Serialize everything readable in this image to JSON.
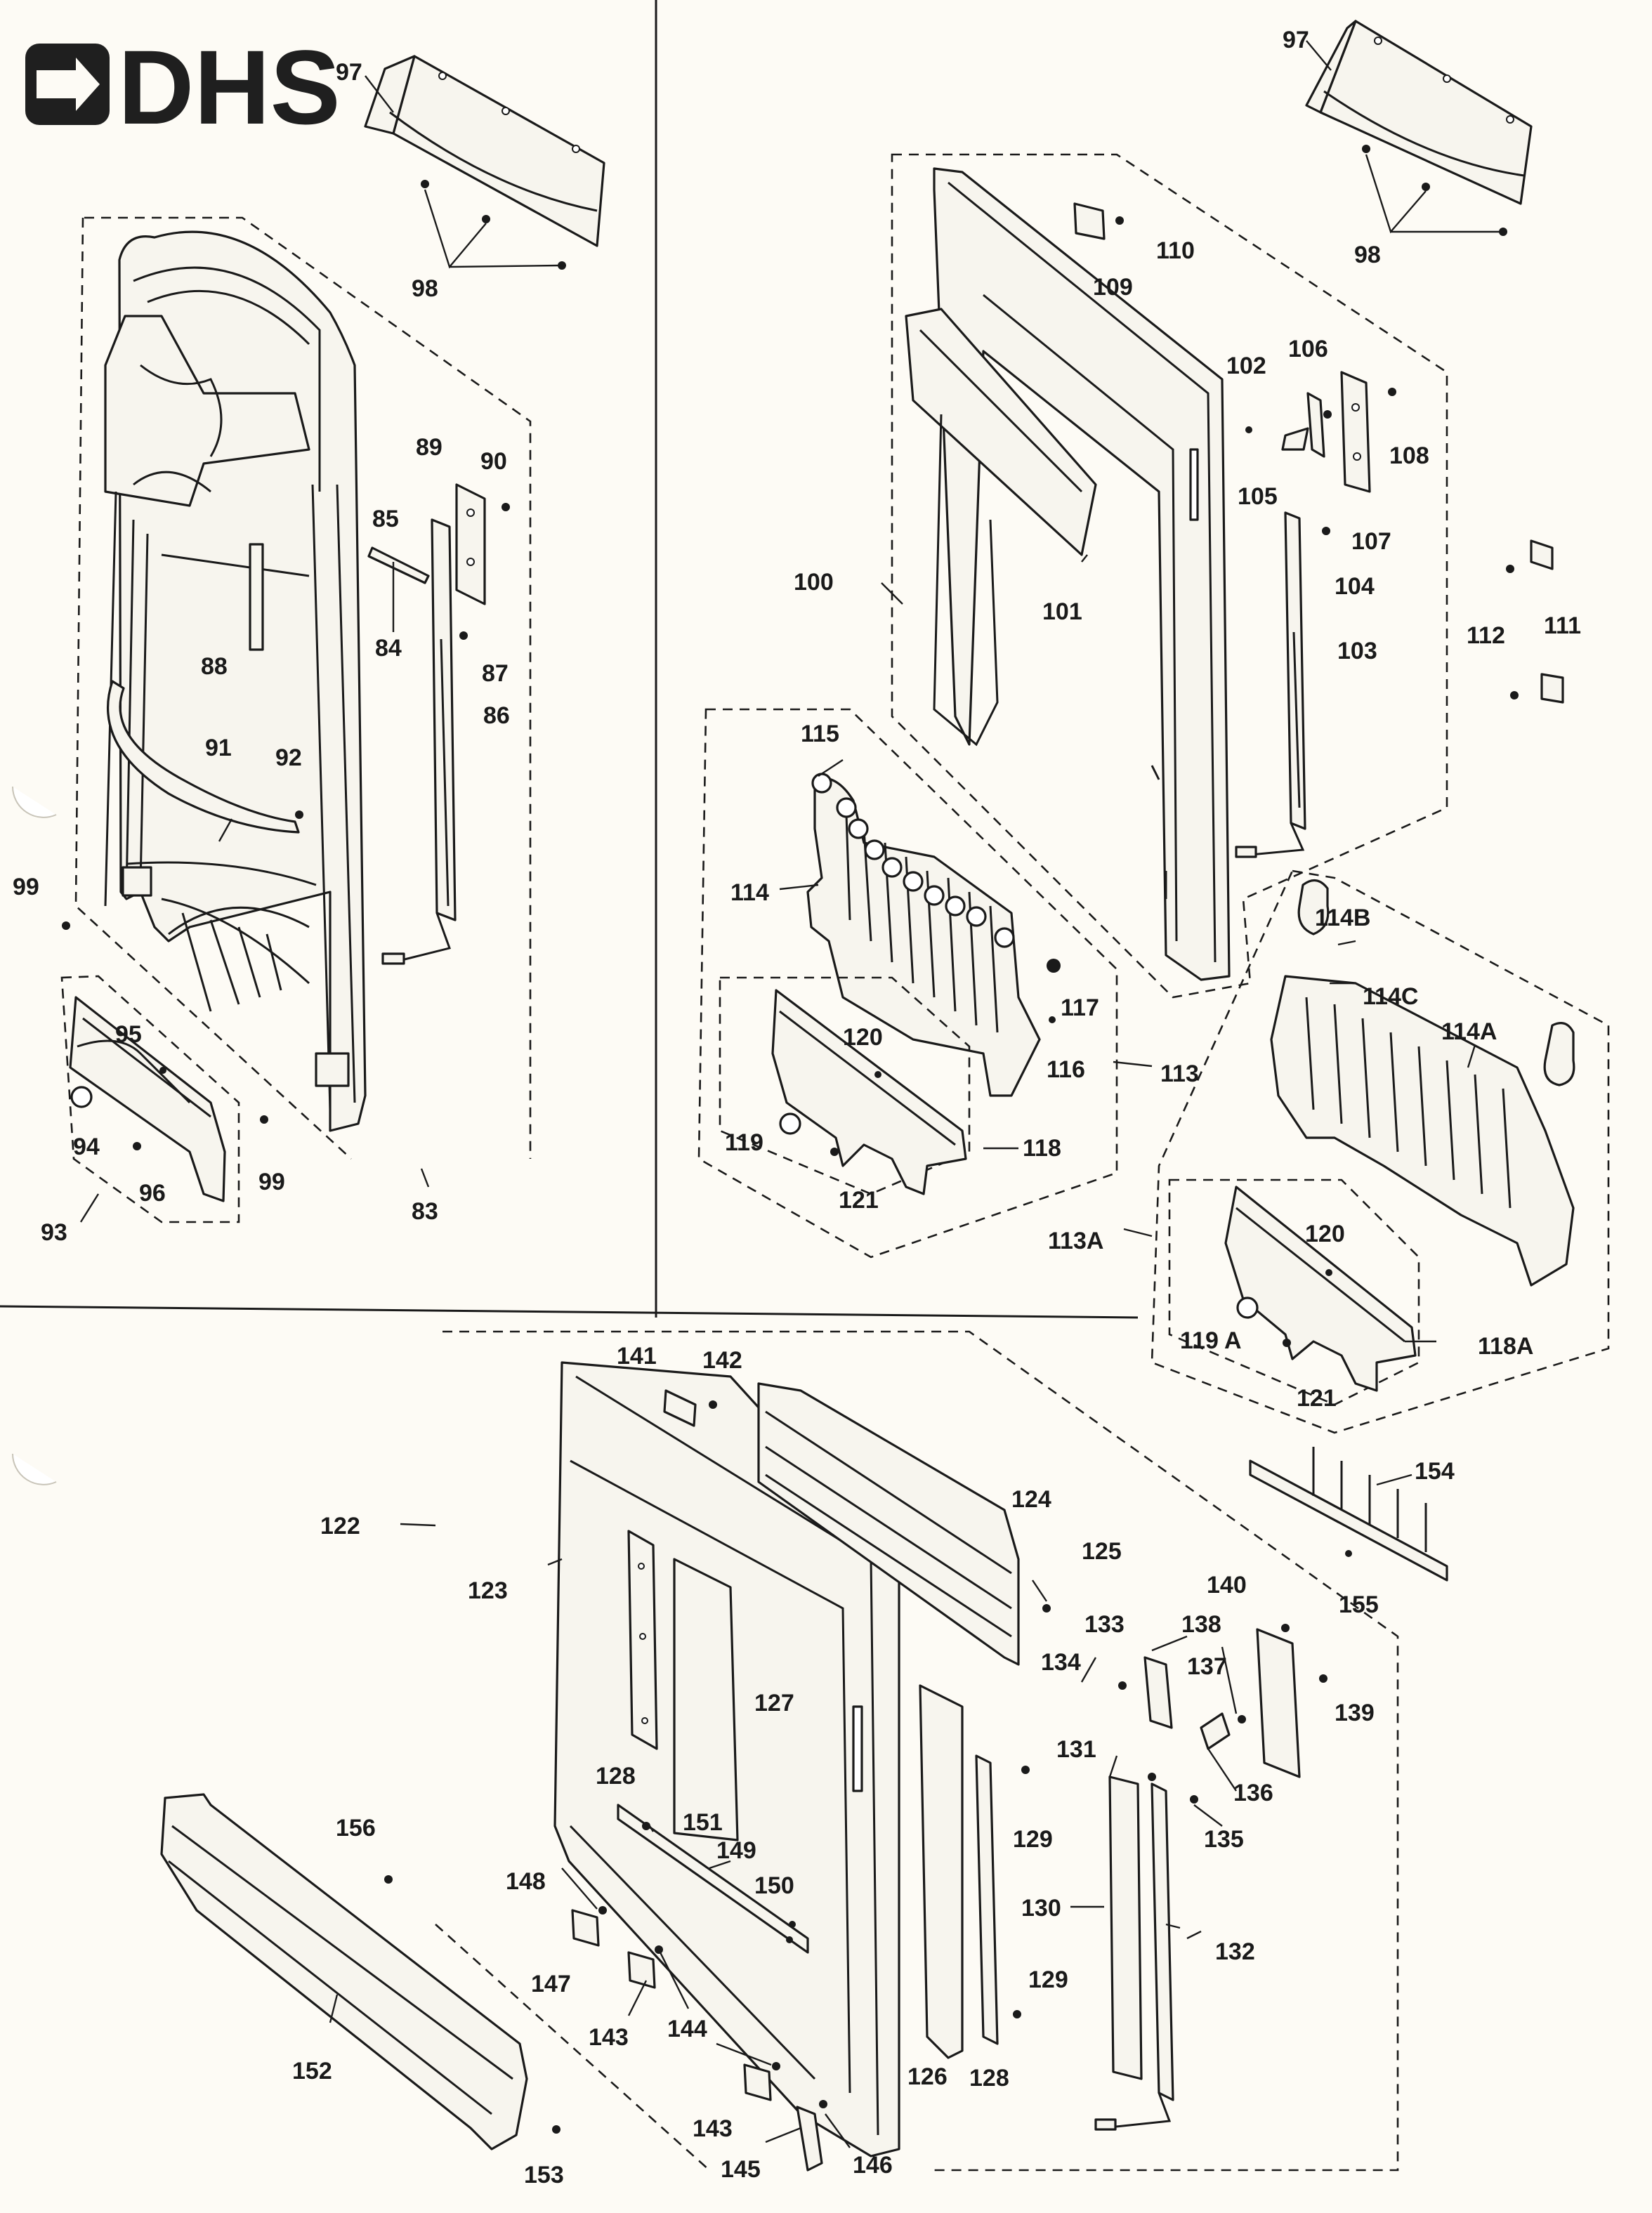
{
  "brand": {
    "name": "DHS",
    "colors": {
      "logo": "#1f1f1f",
      "ink": "#1a1a1a",
      "paper": "#fdfbf5"
    }
  },
  "part_numbers": {
    "p83": "83",
    "p84": "84",
    "p85": "85",
    "p86": "86",
    "p87": "87",
    "p88": "88",
    "p89": "89",
    "p90": "90",
    "p91": "91",
    "p92": "92",
    "p93": "93",
    "p94": "94",
    "p95": "95",
    "p96": "96",
    "p97": "97",
    "p98": "98",
    "p99": "99",
    "p100": "100",
    "p101": "101",
    "p102": "102",
    "p103": "103",
    "p104": "104",
    "p105": "105",
    "p106": "106",
    "p107": "107",
    "p108": "108",
    "p109": "109",
    "p110": "110",
    "p111": "111",
    "p112": "112",
    "p113": "113",
    "p113A": "113A",
    "p114": "114",
    "p114A": "114A",
    "p114B": "114B",
    "p114C": "114C",
    "p115": "115",
    "p116": "116",
    "p117": "117",
    "p118": "118",
    "p118A": "118A",
    "p119": "119",
    "p119A": "119 A",
    "p120": "120",
    "p121": "121",
    "p122": "122",
    "p123": "123",
    "p124": "124",
    "p125": "125",
    "p126": "126",
    "p127": "127",
    "p128": "128",
    "p129": "129",
    "p130": "130",
    "p131": "131",
    "p132": "132",
    "p133": "133",
    "p134": "134",
    "p135": "135",
    "p136": "136",
    "p137": "137",
    "p138": "138",
    "p139": "139",
    "p140": "140",
    "p141": "141",
    "p142": "142",
    "p143": "143",
    "p144": "144",
    "p145": "145",
    "p146": "146",
    "p147": "147",
    "p148": "148",
    "p149": "149",
    "p150": "150",
    "p151": "151",
    "p152": "152",
    "p153": "153",
    "p154": "154",
    "p155": "155",
    "p156": "156"
  }
}
